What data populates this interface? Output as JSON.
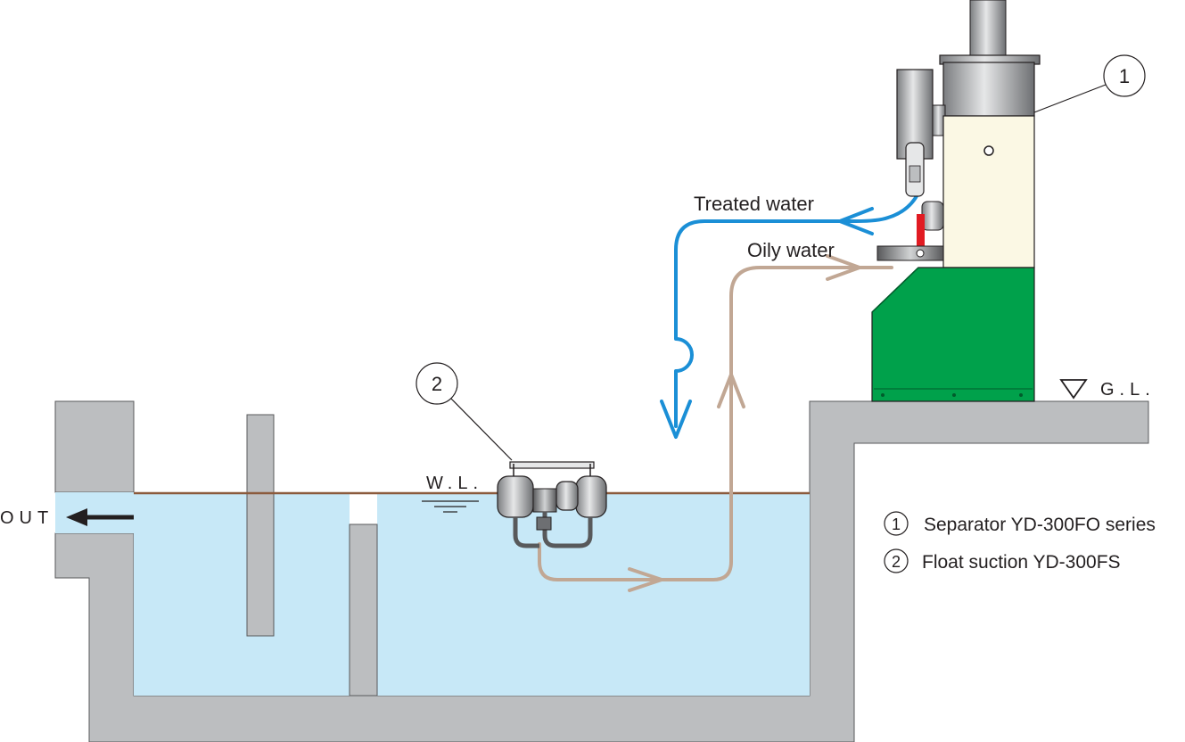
{
  "labels": {
    "treated_water": "Treated water",
    "oily_water": "Oily water",
    "out": "OUT",
    "water_level": "W.L.",
    "ground_level": "G.L."
  },
  "callouts": {
    "separator": "1",
    "float_suction": "2"
  },
  "legend": {
    "item1_num": "1",
    "item1_text": "Separator  YD-300FO series",
    "item2_num": "2",
    "item2_text": "Float suction YD-300FS"
  },
  "colors": {
    "concrete": "#bcbec0",
    "water": "#c7e8f7",
    "treated_flow": "#1b8fd6",
    "oily_flow": "#c1a794",
    "cabinet_green": "#00a14b",
    "cabinet_cream": "#fbf8e4"
  }
}
